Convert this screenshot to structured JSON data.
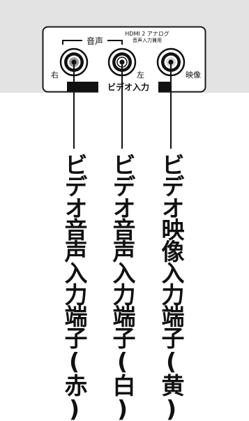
{
  "panel": {
    "audio_label": "音声",
    "hdmi_label_line1": "HDMI 2 アナログ",
    "hdmi_label_line2": "音声入力兼用",
    "right_label": "右",
    "left_label": "左",
    "video_label": "映像",
    "section_label": "ビデオ入力"
  },
  "callouts": [
    {
      "label": "ビデオ音声入力端子(赤)"
    },
    {
      "label": "ビデオ音声入力端子(白)"
    },
    {
      "label": "ビデオ映像入力端子(黄)"
    }
  ]
}
